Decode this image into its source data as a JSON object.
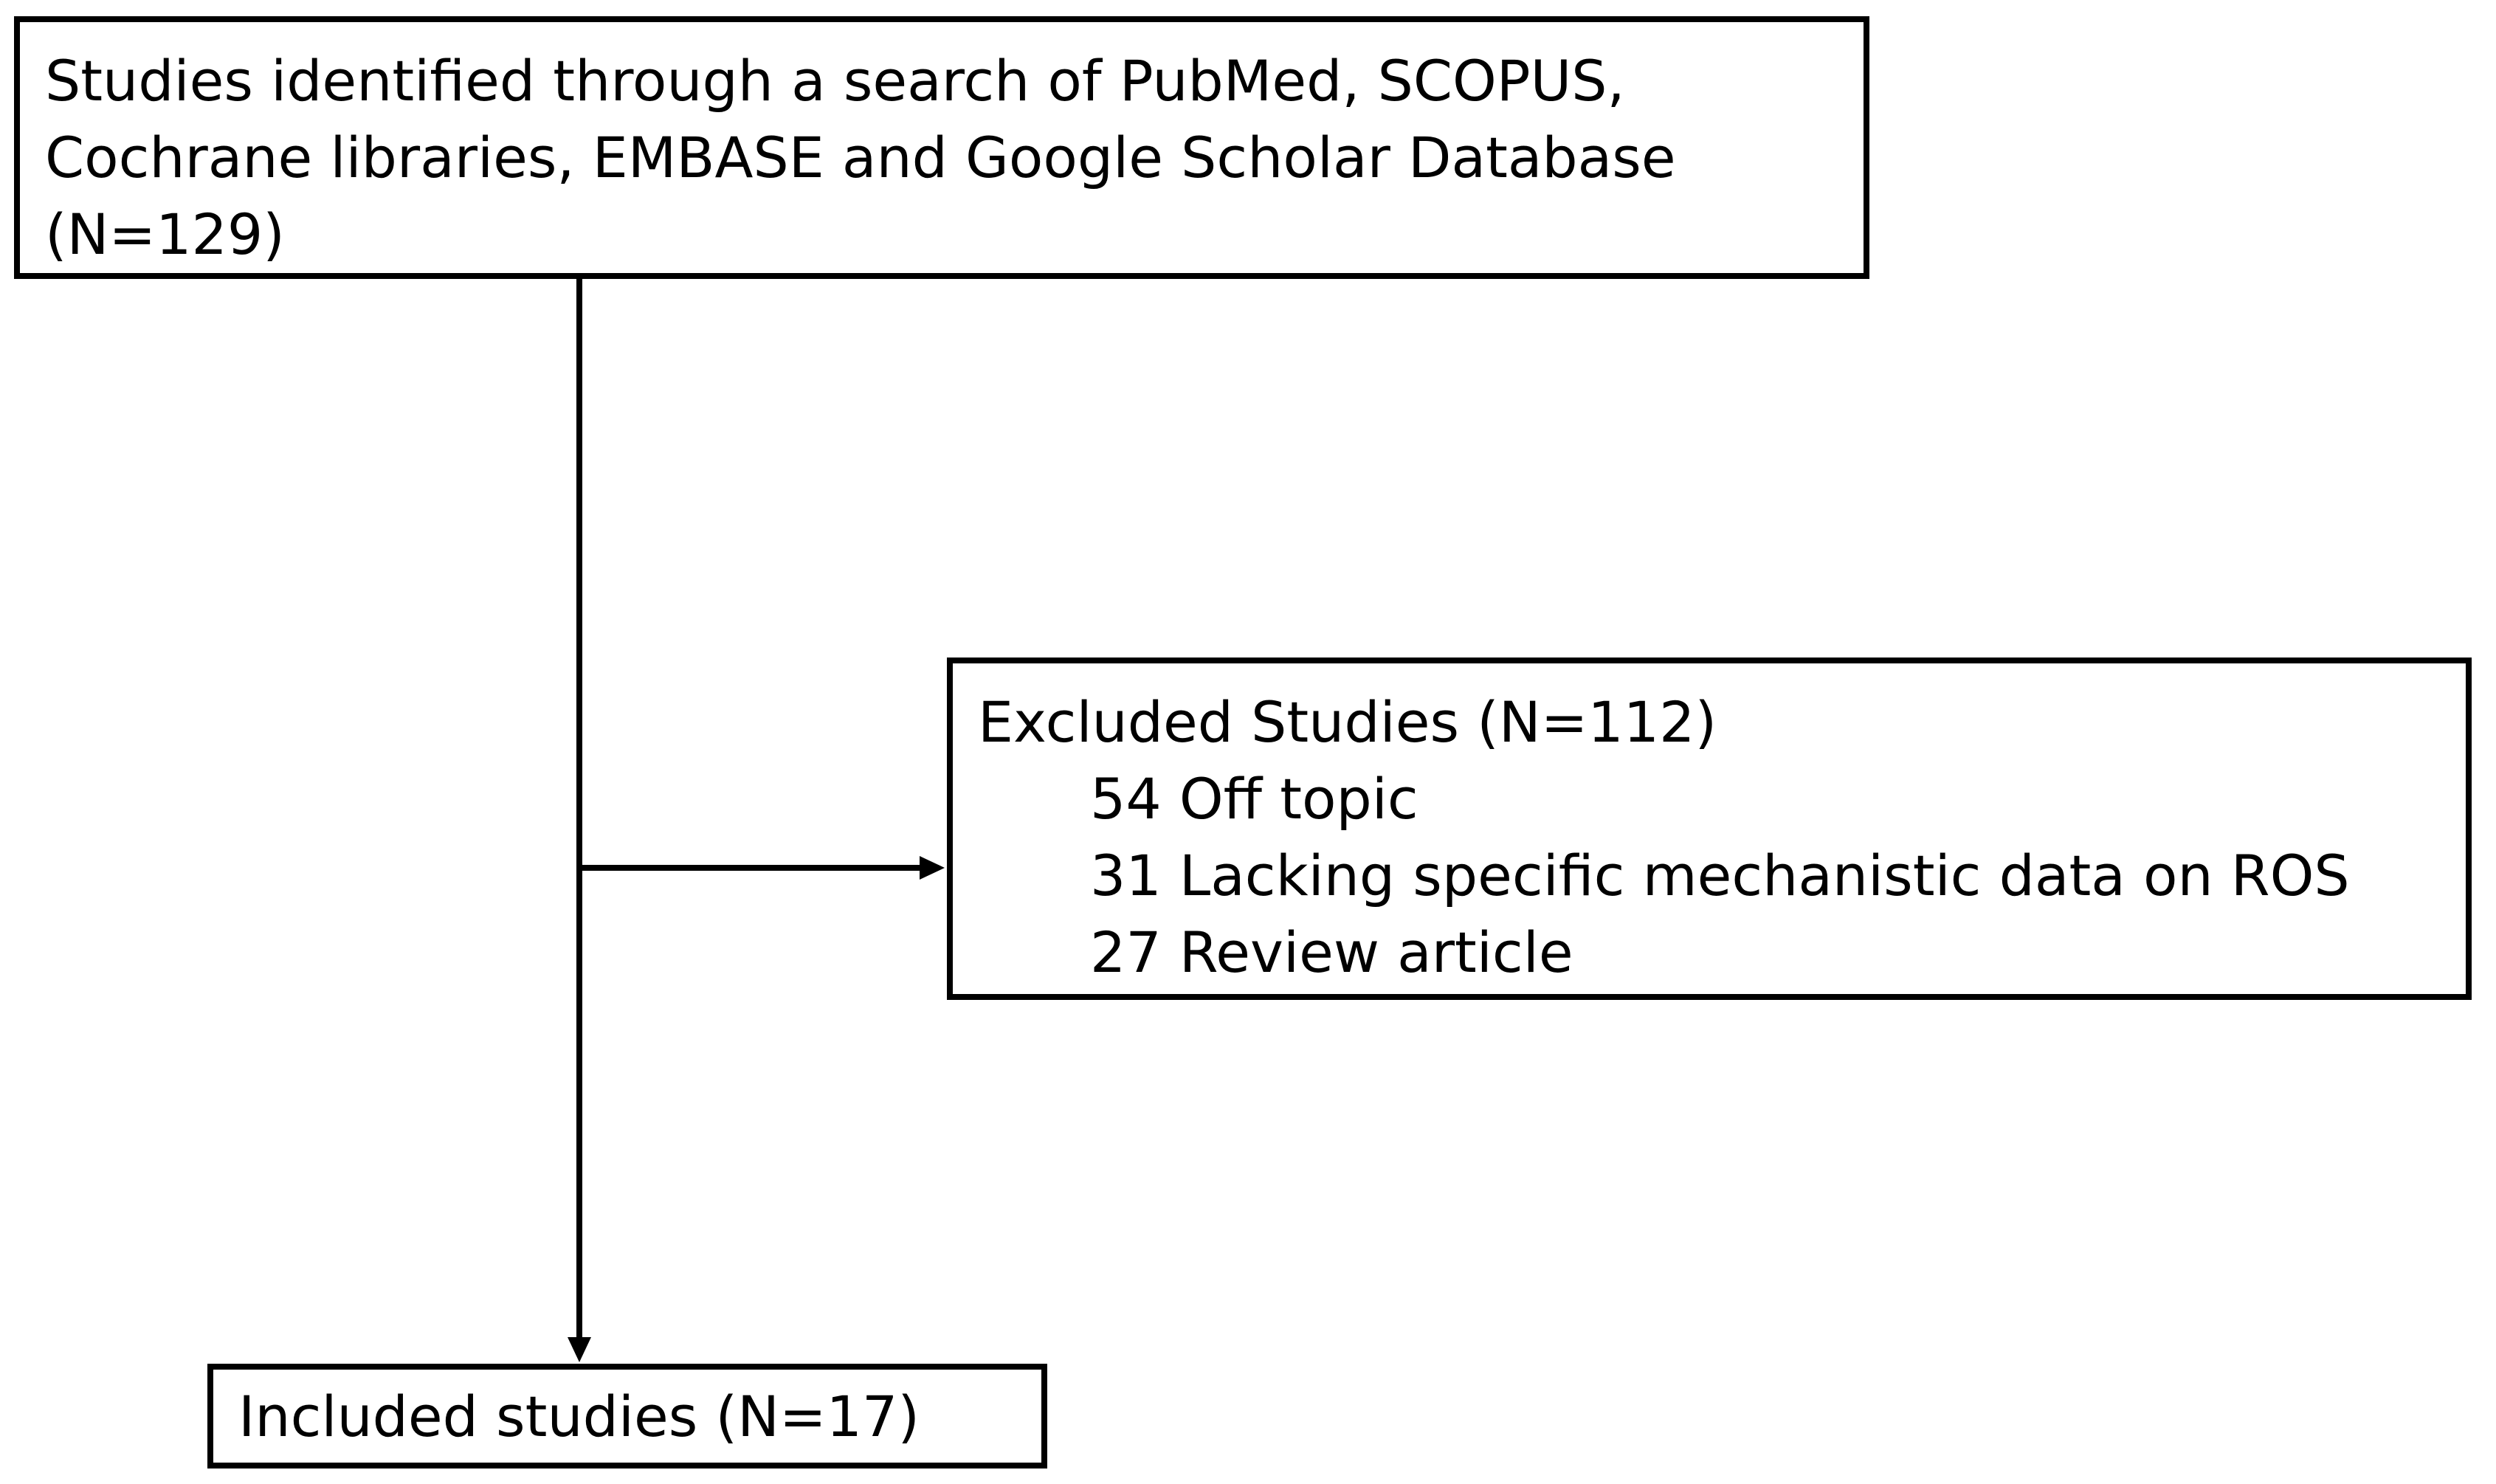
{
  "flowchart": {
    "identified": {
      "lines": [
        "Studies identified through a search of PubMed, SCOPUS,",
        "Cochrane libraries, EMBASE and Google Scholar Database",
        "(N=129)"
      ]
    },
    "excluded": {
      "title": "Excluded Studies (N=112)",
      "reasons": [
        "54 Off topic",
        "31 Lacking specific mechanistic data on ROS",
        "27 Review article"
      ]
    },
    "included": {
      "label": "Included studies (N=17)"
    }
  }
}
